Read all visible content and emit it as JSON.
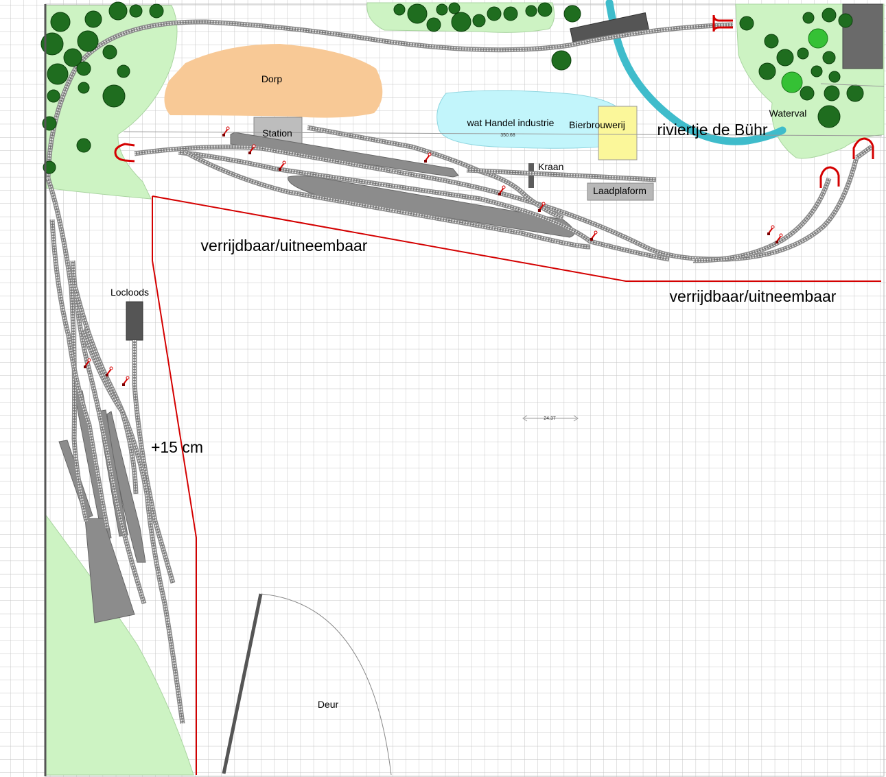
{
  "labels": {
    "village": "Dorp",
    "station": "Station",
    "industry": "wat Handel industrie",
    "brewery": "Bierbrouwerij",
    "river": "riviertje de Bühr",
    "waterfall": "Waterval",
    "crane": "Kraan",
    "platform": "Laadplaform",
    "removable_1": "verrijdbaar/uitneembaar",
    "removable_2": "verrijdbaar/uitneembaar",
    "loco_shed": "Locloods",
    "height": "+15 cm",
    "door": "Deur"
  },
  "dimensions": {
    "measure_lake": "350.68",
    "measure_center": "24.37"
  },
  "colors": {
    "grass": "#cdf3c3",
    "village": "#f8c996",
    "lake": "#c2f5fb",
    "brewery": "#fbf79a",
    "river": "#3fbccb",
    "tree": "#1f6d1f",
    "tree_light": "#35c135",
    "platform": "#8c8c8c",
    "red_line": "#d40000"
  }
}
